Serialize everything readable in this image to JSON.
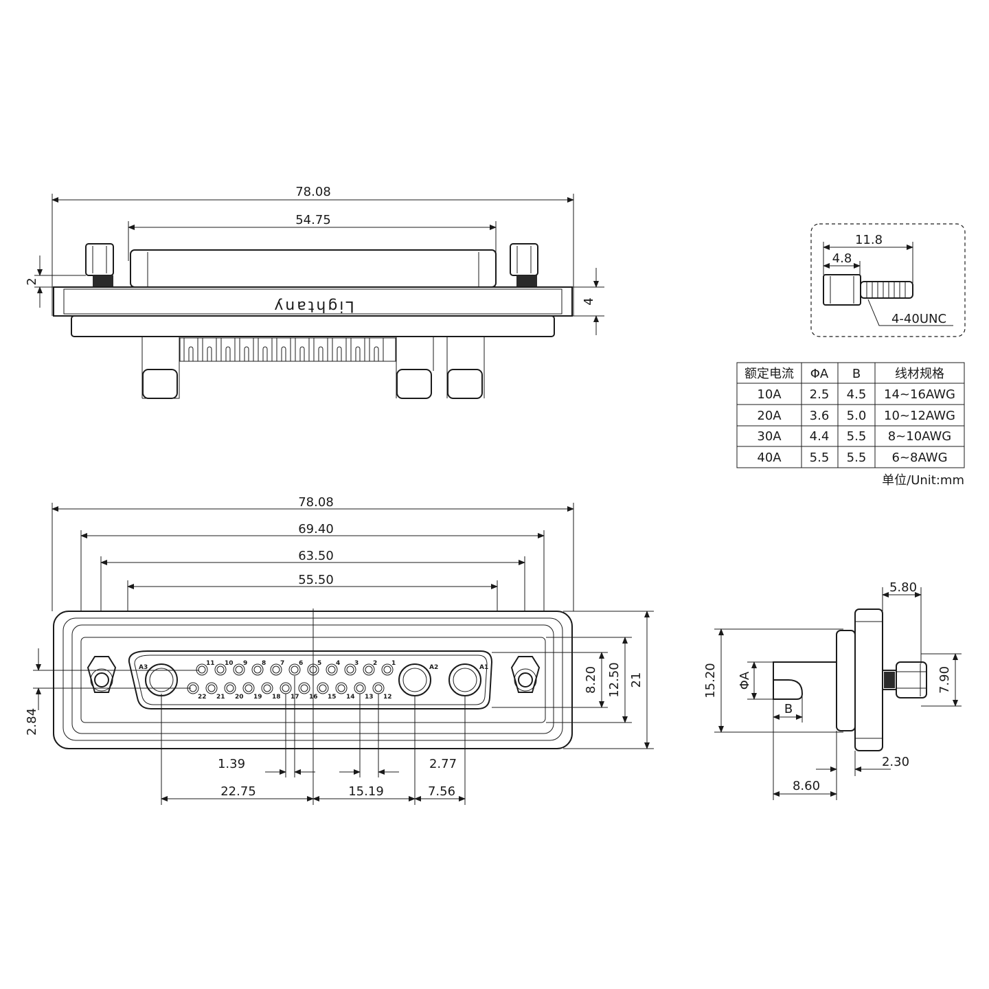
{
  "top_view": {
    "dims": {
      "overall_width": "78.08",
      "shell_width": "54.75",
      "screw_gap": "2",
      "flange_thickness": "4"
    },
    "brand": "Lightany"
  },
  "front_view": {
    "dims": {
      "overall_width": "78.08",
      "hole_spacing": "69.40",
      "outer_d": "63.50",
      "inner_d": "55.50",
      "inner_height": "8.20",
      "outer_height": "12.50",
      "flange_height": "21",
      "row_offset": "2.84",
      "pin_pitch_lower": "1.39",
      "power_pin_offset": "2.77",
      "a3_offset": "22.75",
      "power_span": "15.19",
      "power_pitch": "7.56"
    },
    "pins_top": [
      "11",
      "10",
      "9",
      "8",
      "7",
      "6",
      "5",
      "4",
      "3",
      "2",
      "1"
    ],
    "pins_bottom": [
      "22",
      "21",
      "20",
      "19",
      "18",
      "17",
      "16",
      "15",
      "14",
      "13",
      "12"
    ],
    "power_pins": [
      "A3",
      "A2",
      "A1"
    ]
  },
  "side_view": {
    "dims": {
      "nut_length": "5.80",
      "height": "15.20",
      "contact_diameter": "ΦA",
      "cup_offset": "B",
      "screw_height": "7.90",
      "flange_offset": "2.30",
      "tail_length": "8.60"
    }
  },
  "screw_detail": {
    "total_length": "11.8",
    "head_length": "4.8",
    "thread": "4-40UNC"
  },
  "spec_table": {
    "headers": [
      "额定电流",
      "ΦA",
      "B",
      "线材规格"
    ],
    "rows": [
      [
        "10A",
        "2.5",
        "4.5",
        "14~16AWG"
      ],
      [
        "20A",
        "3.6",
        "5.0",
        "10~12AWG"
      ],
      [
        "30A",
        "4.4",
        "5.5",
        "8~10AWG"
      ],
      [
        "40A",
        "5.5",
        "5.5",
        "6~8AWG"
      ]
    ],
    "unit_note": "单位/Unit:mm"
  }
}
